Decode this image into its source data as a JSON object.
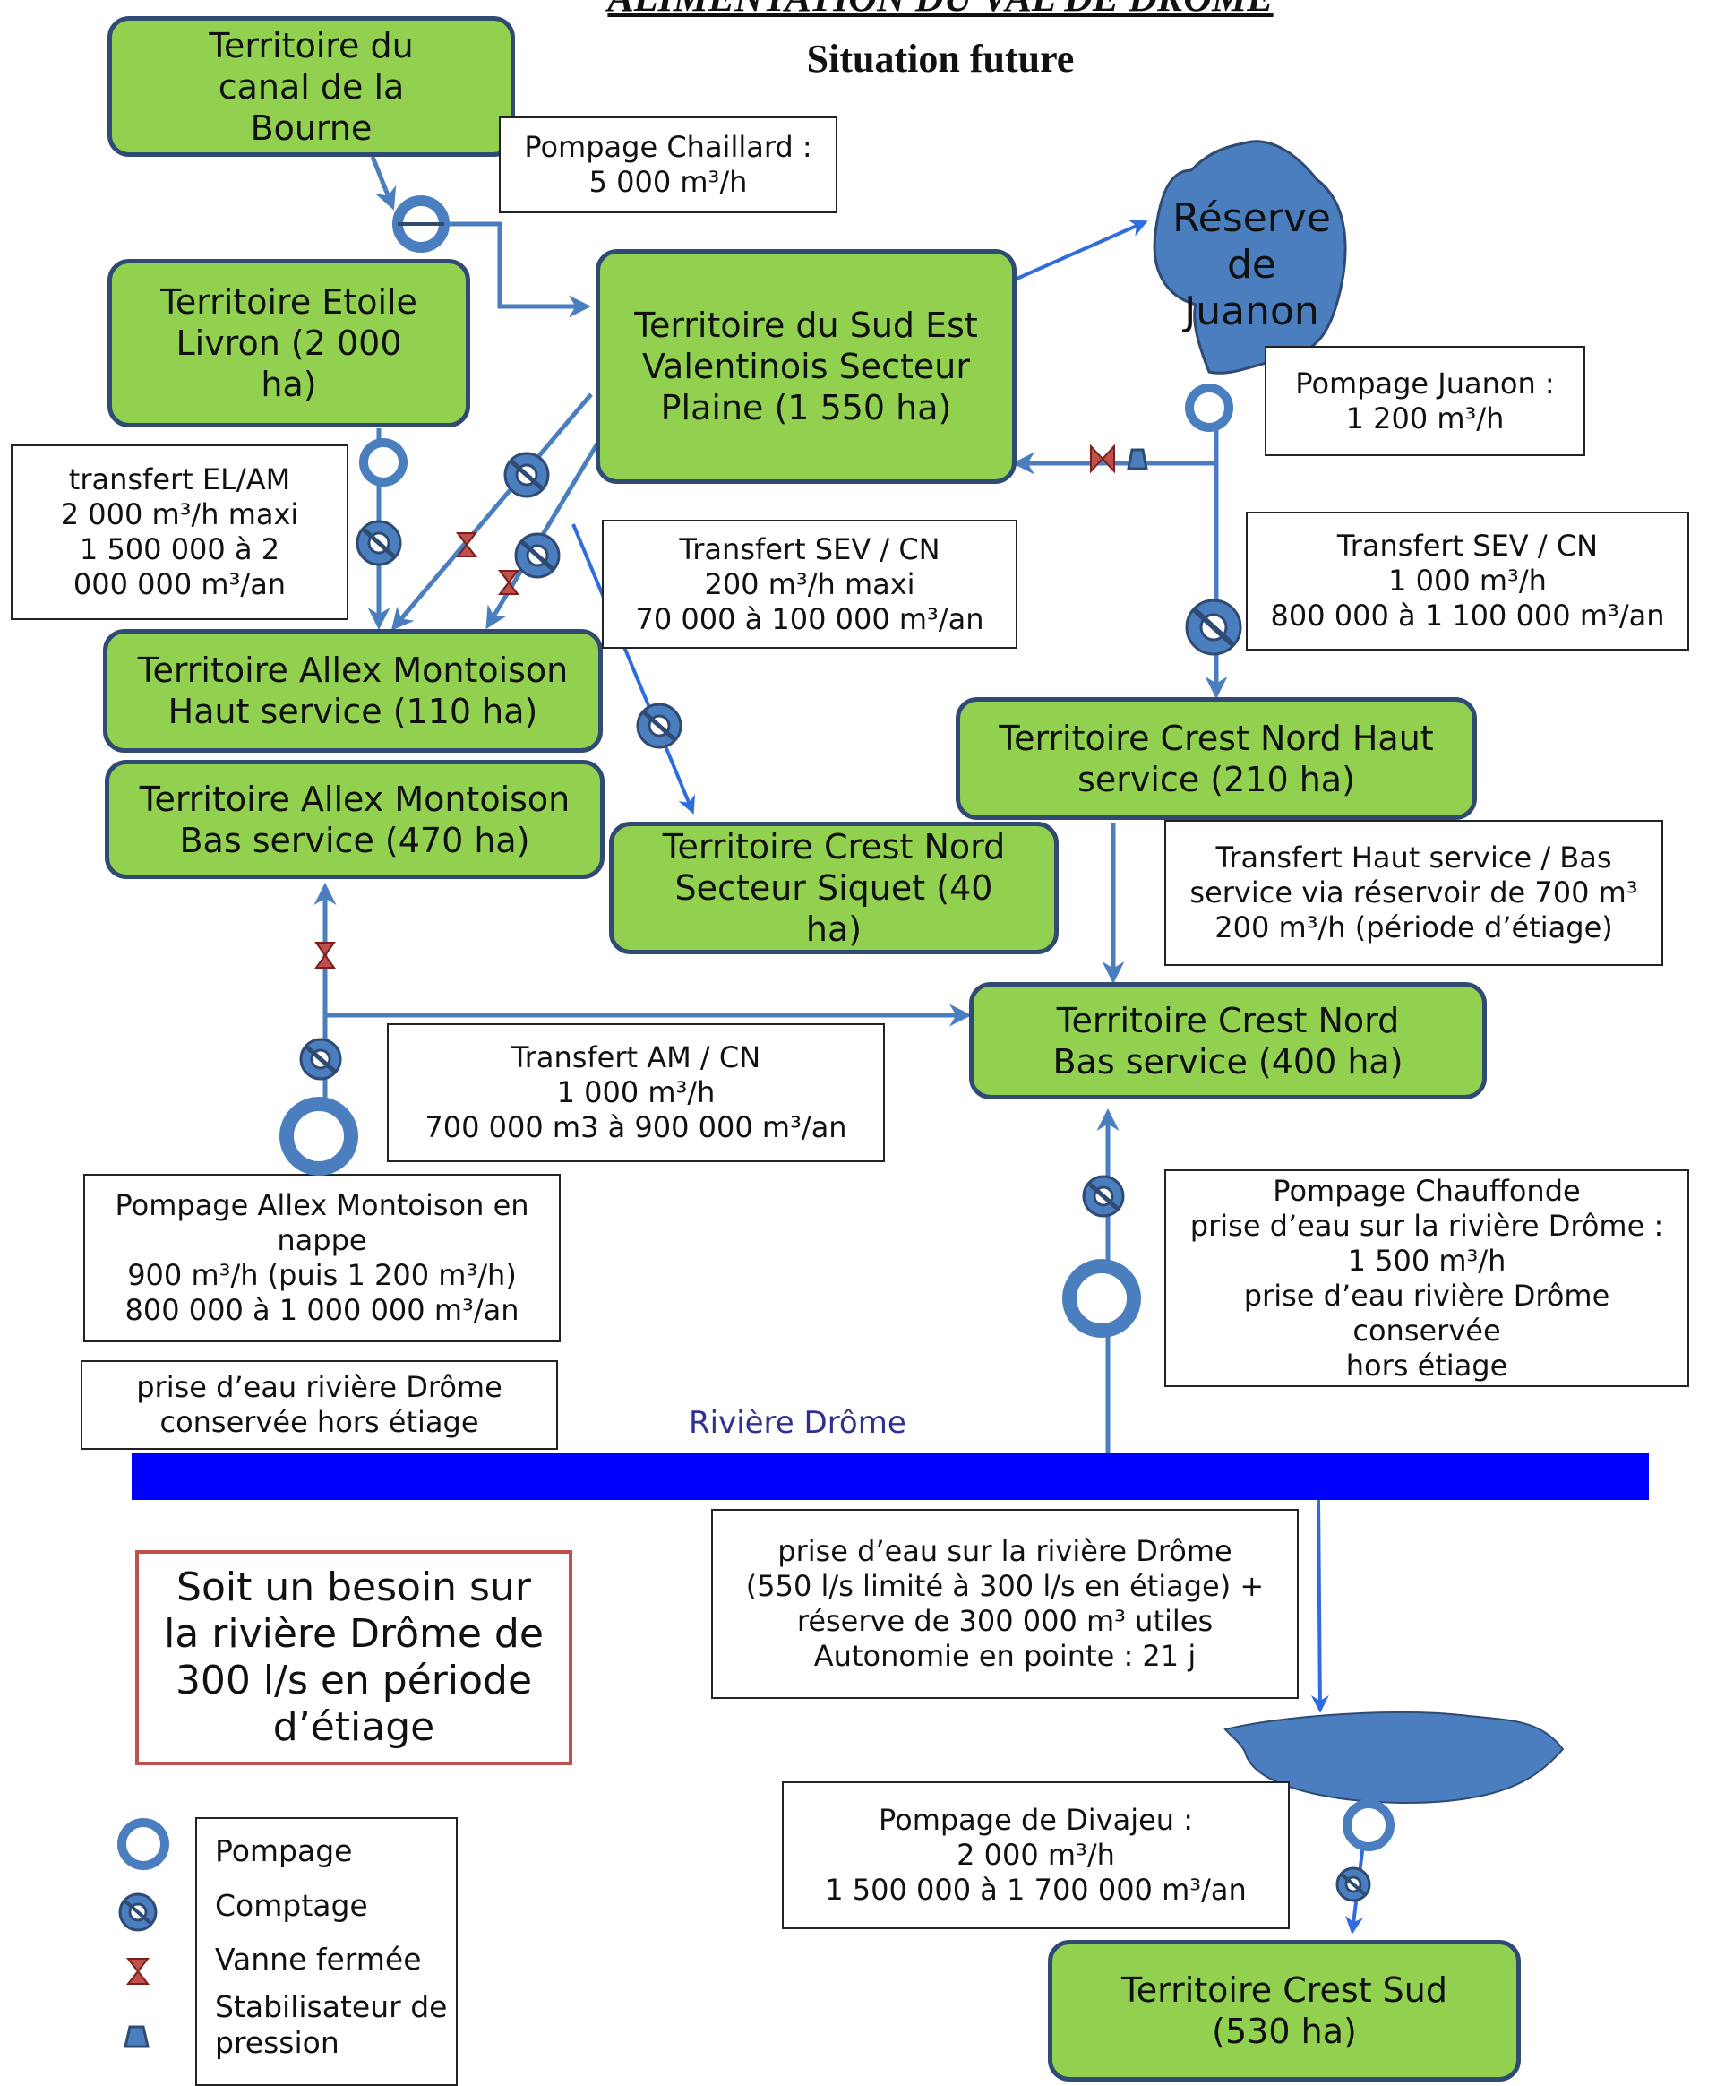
{
  "title": "ALIMENTATION DU VAL DE DRÔME",
  "subtitle": "Situation future",
  "reservoir_label": "Réserve de Juanon",
  "river_label": "Rivière Drôme",
  "territories": {
    "bourne": "Territoire du canal de la Bourne",
    "etoile": "Territoire Etoile Livron (2 000 ha)",
    "sev": "Territoire du Sud Est Valentinois Secteur Plaine (1 550 ha)",
    "allex_haut": "Territoire Allex Montoison Haut service (110 ha)",
    "allex_bas": "Territoire Allex Montoison Bas service (470 ha)",
    "siquet": "Territoire Crest Nord Secteur Siquet (40 ha)",
    "crest_nord_haut": "Territoire Crest Nord Haut service (210 ha)",
    "crest_nord_bas": "Territoire Crest Nord Bas service (400 ha)",
    "crest_sud": "Territoire Crest Sud (530 ha)"
  },
  "notes": {
    "chaillard": [
      "Pompage Chaillard :",
      "5 000 m³/h"
    ],
    "juanon": [
      "Pompage Juanon :",
      "1 200 m³/h"
    ],
    "el_am": [
      "transfert EL/AM",
      "2 000 m³/h maxi",
      "1 500 000 à 2",
      "000 000 m³/an"
    ],
    "sev_cn_small": [
      "Transfert SEV / CN",
      "200 m³/h maxi",
      "70 000 à 100 000 m³/an"
    ],
    "sev_cn_big": [
      "Transfert SEV / CN",
      "1 000 m³/h",
      "800 000 à 1 100 000 m³/an"
    ],
    "haut_bas": [
      "Transfert Haut service / Bas",
      "service via réservoir de 700 m³",
      "200 m³/h (période d’étiage)"
    ],
    "am_cn": [
      "Transfert AM / CN",
      "1 000 m³/h",
      "700 000 m3 à 900 000 m³/an"
    ],
    "allex_pump": [
      "Pompage Allex Montoison en",
      "nappe",
      "900 m³/h (puis 1 200 m³/h)",
      "800 000 à 1 000 000 m³/an"
    ],
    "prise_allex": [
      "prise d’eau rivière Drôme",
      "conservée hors étiage"
    ],
    "chauffonde": [
      "Pompage Chauffonde",
      "prise d’eau sur la rivière Drôme :",
      "1 500 m³/h",
      "prise d’eau rivière Drôme conservée",
      "hors étiage"
    ],
    "prise_divajeu": [
      "prise d’eau sur la rivière Drôme",
      "(550 l/s limité à 300 l/s en étiage) +",
      "réserve de 300 000 m³ utiles",
      "Autonomie en pointe : 21 j"
    ],
    "divajeu": [
      "Pompage de Divajeu :",
      "2 000 m³/h",
      "1 500 000  à 1 700 000 m³/an"
    ]
  },
  "need_box": "Soit un besoin sur la rivière Drôme de 300 l/s  en période d’étiage",
  "legend": {
    "pompage": "Pompage",
    "comptage": "Comptage",
    "vanne": "Vanne fermée",
    "stabilisateur": "Stabilisateur de pression"
  },
  "colors": {
    "territory_fill": "#92d050",
    "territory_border": "#2f4b73",
    "pipe": "#4a7ebf",
    "arrow": "#2f6ce0",
    "river": "#0000ff",
    "reservoir": "#4a7ebf",
    "valve": "#c0504d",
    "need_border": "#c0504d"
  }
}
